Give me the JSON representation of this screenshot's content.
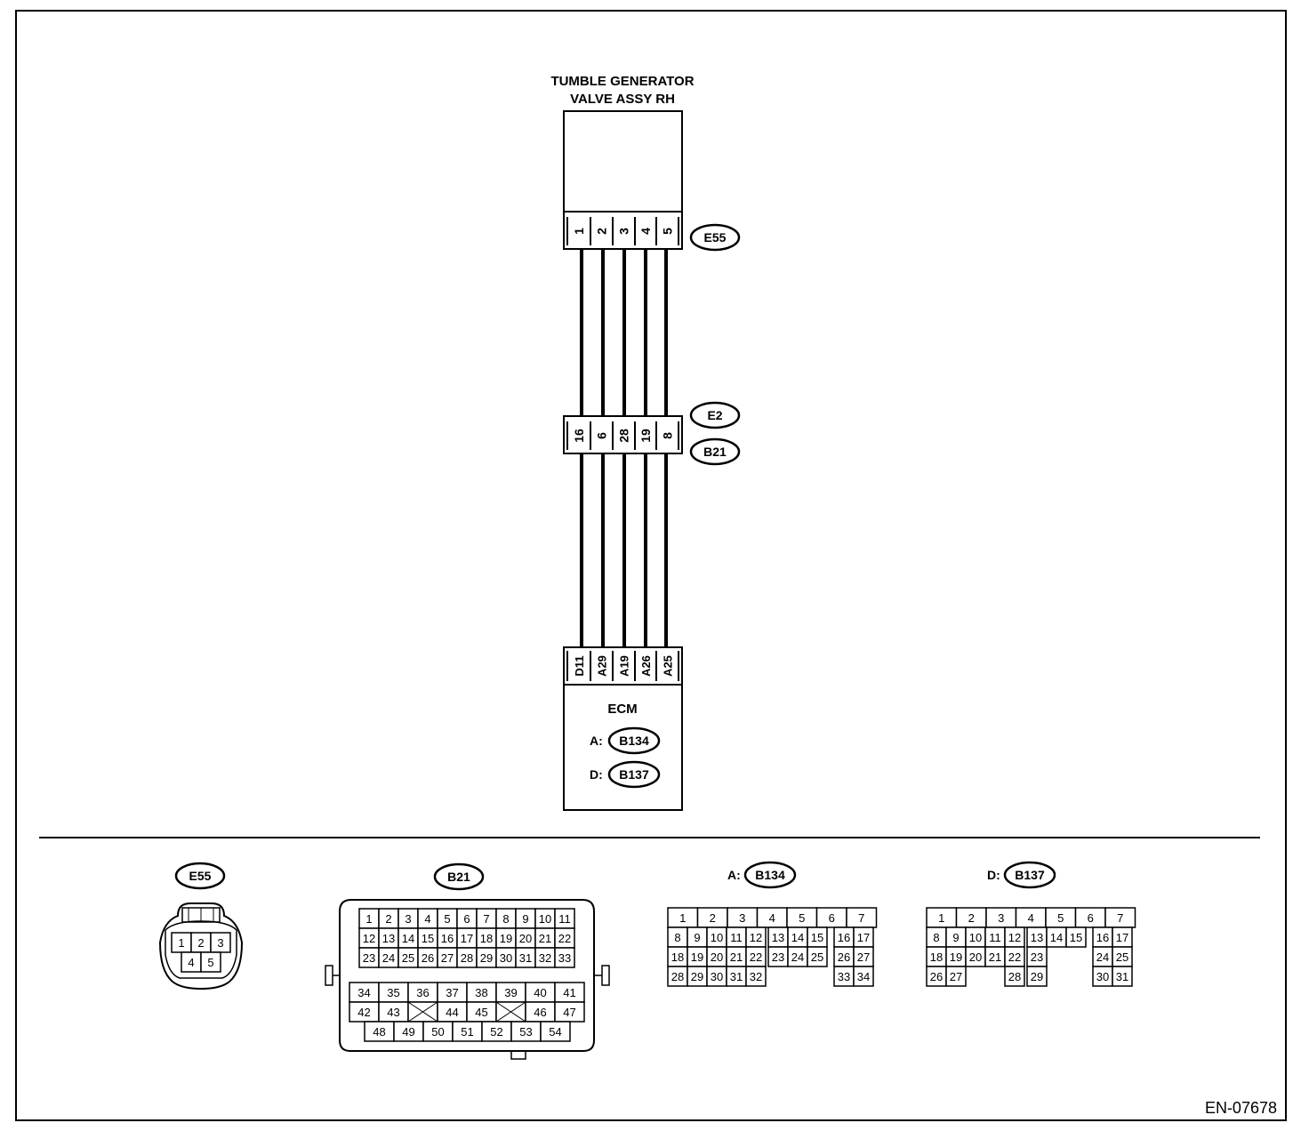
{
  "title_line1": "TUMBLE GENERATOR",
  "title_line2": "VALVE ASSY RH",
  "ecm_label": "ECM",
  "doc_id": "EN-07678",
  "connectors": {
    "e55": "E55",
    "e2": "E2",
    "b21": "B21",
    "b134": "B134",
    "b137": "B137",
    "prefix_a": "A:",
    "prefix_d": "D:"
  },
  "wires": {
    "e55_pins": [
      "1",
      "2",
      "3",
      "4",
      "5"
    ],
    "joint_pins": [
      "16",
      "6",
      "28",
      "19",
      "8"
    ],
    "ecm_pins": [
      "D11",
      "A29",
      "A19",
      "A26",
      "A25"
    ]
  },
  "views": {
    "e55": {
      "tag": "E55",
      "rows": [
        [
          "1",
          "2",
          "3"
        ],
        [
          "4",
          "5"
        ]
      ]
    },
    "b21": {
      "tag": "B21",
      "upper_rows": [
        [
          "1",
          "2",
          "3",
          "4",
          "5",
          "6",
          "7",
          "8",
          "9",
          "10",
          "11"
        ],
        [
          "12",
          "13",
          "14",
          "15",
          "16",
          "17",
          "18",
          "19",
          "20",
          "21",
          "22"
        ],
        [
          "23",
          "24",
          "25",
          "26",
          "27",
          "28",
          "29",
          "30",
          "31",
          "32",
          "33"
        ]
      ],
      "lower_row1": [
        "34",
        "35",
        "36",
        "37",
        "38",
        "39",
        "40",
        "41"
      ],
      "lower_row2": [
        "42",
        "43",
        "X",
        "44",
        "45",
        "X",
        "46",
        "47"
      ],
      "lower_row3": [
        "48",
        "49",
        "50",
        "51",
        "52",
        "53",
        "54"
      ]
    },
    "b134": {
      "prefix": "A:",
      "tag": "B134",
      "top": [
        "1",
        "2",
        "3",
        "4",
        "5",
        "6",
        "7"
      ],
      "rows": [
        [
          "8",
          "9",
          "10",
          "11",
          "12",
          "13",
          "14",
          "15",
          "16",
          "17"
        ],
        [
          "18",
          "19",
          "20",
          "21",
          "22",
          "23",
          "24",
          "25",
          "26",
          "27"
        ],
        [
          "28",
          "29",
          "30",
          "31",
          "32",
          "",
          "",
          "",
          "33",
          "34"
        ]
      ]
    },
    "b137": {
      "prefix": "D:",
      "tag": "B137",
      "top": [
        "1",
        "2",
        "3",
        "4",
        "5",
        "6",
        "7"
      ],
      "rows": [
        [
          "8",
          "9",
          "10",
          "11",
          "12",
          "13",
          "14",
          "15",
          "16",
          "17"
        ],
        [
          "18",
          "19",
          "20",
          "21",
          "22",
          "23",
          "",
          "",
          "24",
          "25"
        ],
        [
          "26",
          "27",
          "",
          "",
          "28",
          "29",
          "",
          "",
          "30",
          "31"
        ]
      ]
    }
  }
}
